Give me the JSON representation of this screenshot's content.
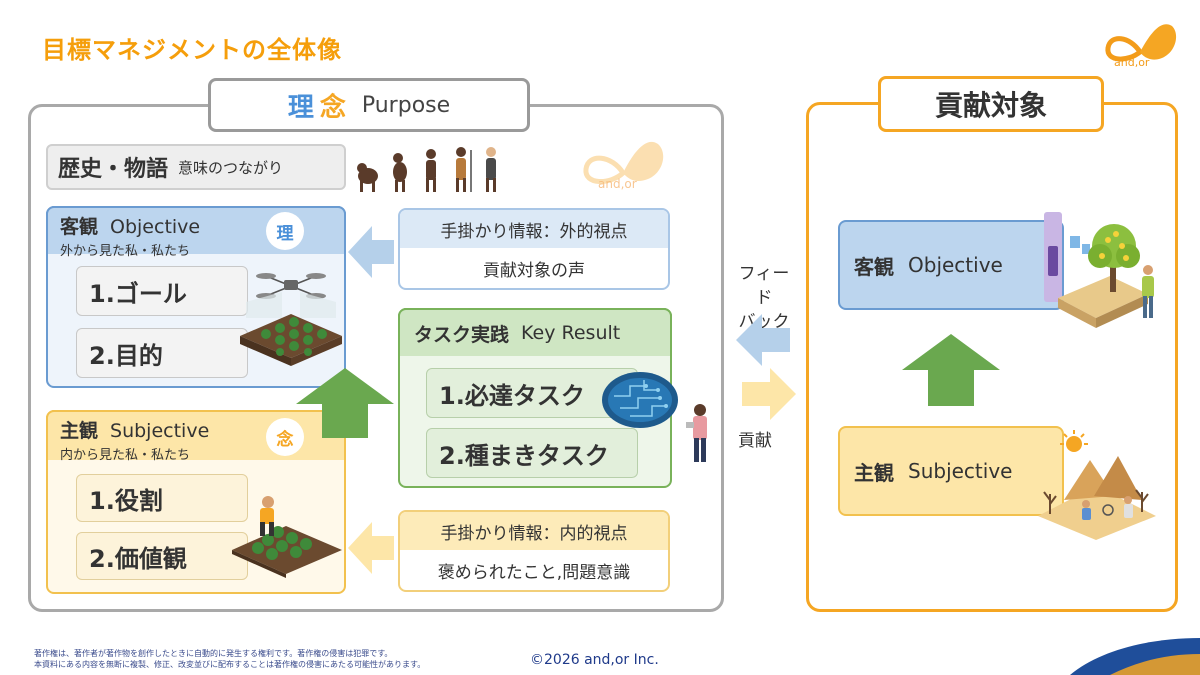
{
  "title": "目標マネジメントの全体像",
  "logo_text": "and,or",
  "watermark_text": "and,or",
  "purpose": {
    "ri": "理",
    "nen": "念",
    "en": "Purpose"
  },
  "history": {
    "main": "歴史・物語",
    "sub": "意味のつながり"
  },
  "objective": {
    "jp": "客観",
    "en": "Objective",
    "sub": "外から見た私・私たち",
    "badge": "理",
    "items": [
      "1.ゴール",
      "2.目的"
    ]
  },
  "subjective": {
    "jp": "主観",
    "en": "Subjective",
    "sub": "内から見た私・私たち",
    "badge": "念",
    "items": [
      "1.役割",
      "2.価値観"
    ]
  },
  "clue_external": {
    "title": "手掛かり情報：外的視点",
    "body": "貢献対象の声"
  },
  "clue_internal": {
    "title": "手掛かり情報：内的視点",
    "body": "褒められたこと,問題意識"
  },
  "task": {
    "jp": "タスク実践",
    "en": "Key Result",
    "items": [
      "1.必達タスク",
      "2.種まきタスク"
    ]
  },
  "feedback_label": [
    "フィード",
    "バック"
  ],
  "contribution_label": "貢献",
  "target": {
    "title": "貢献対象",
    "objective_jp": "客観",
    "objective_en": "Objective",
    "subjective_jp": "主観",
    "subjective_en": "Subjective"
  },
  "footer": {
    "line1": "著作権は、著作者が著作物を創作したときに自動的に発生する権利です。著作権の侵害は犯罪です。",
    "line2": "本資料にある内容を無断に複製、修正、改変並びに配布することは著作権の侵害にあたる可能性があります。",
    "copyright": "©2026 and,or Inc."
  },
  "colors": {
    "orange": "#f5a623",
    "blue": "#6a9bd1",
    "green": "#6aa84f",
    "yellow": "#f2c14e"
  }
}
